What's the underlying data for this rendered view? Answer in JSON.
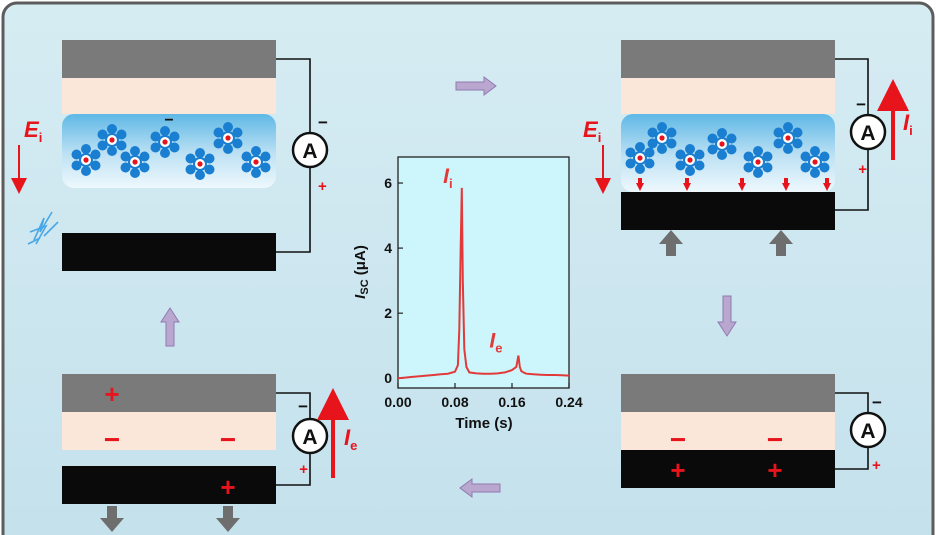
{
  "colors": {
    "background": "#cde6ef",
    "electrode_top": "#7a7a7a",
    "dielectric": "#fbe7da",
    "electrode_bottom": "#0a0a0a",
    "accent_red": "#e8141c",
    "flow_arrow": "#b9a7cf",
    "molecule_blue": "#1a7fd0",
    "plot_bg": "#ccf6fb",
    "curve": "#e23a3a"
  },
  "panels": {
    "top_left": {
      "field_label": "E",
      "field_sub": "i",
      "meter": "A",
      "minus": "−",
      "plus": "+",
      "charge_minus": "−"
    },
    "top_right": {
      "field_label": "E",
      "field_sub": "i",
      "meter": "A",
      "minus": "−",
      "plus": "+",
      "current_label": "I",
      "current_sub": "i"
    },
    "bottom_left": {
      "meter": "A",
      "minus": "−",
      "plus": "+",
      "current_label": "I",
      "current_sub": "e",
      "charge_plus": "+",
      "charge_minus": "−"
    },
    "bottom_right": {
      "meter": "A",
      "minus": "−",
      "plus": "+",
      "charge_plus": "+",
      "charge_minus": "−"
    }
  },
  "chart_data": {
    "type": "line",
    "ylabel_main": "I",
    "ylabel_sub": "SC",
    "ylabel_unit": "(μA)",
    "xlabel": "Time (s)",
    "x_ticks": [
      "0.00",
      "0.08",
      "0.16",
      "0.24"
    ],
    "y_ticks": [
      "0",
      "2",
      "4",
      "6"
    ],
    "xlim": [
      0,
      0.24
    ],
    "ylim": [
      -0.3,
      6.8
    ],
    "peak_labels": [
      {
        "main": "I",
        "sub": "i",
        "x": 0.085,
        "y": 6.0
      },
      {
        "main": "I",
        "sub": "e",
        "x": 0.155,
        "y": 0.95
      }
    ],
    "series": [
      {
        "x": [
          0.0,
          0.01,
          0.02,
          0.03,
          0.04,
          0.05,
          0.06,
          0.07,
          0.08,
          0.084,
          0.086,
          0.088,
          0.0895,
          0.091,
          0.093,
          0.096,
          0.1,
          0.11,
          0.12,
          0.13,
          0.14,
          0.15,
          0.16,
          0.166,
          0.169,
          0.171,
          0.173,
          0.176,
          0.18,
          0.19,
          0.2,
          0.21,
          0.22,
          0.23,
          0.24
        ],
        "y": [
          0.0,
          0.02,
          0.04,
          0.06,
          0.08,
          0.1,
          0.12,
          0.14,
          0.2,
          0.4,
          1.5,
          4.0,
          5.85,
          3.0,
          0.9,
          0.35,
          0.18,
          0.15,
          0.14,
          0.14,
          0.15,
          0.18,
          0.25,
          0.35,
          0.7,
          0.35,
          0.22,
          0.18,
          0.14,
          0.12,
          0.11,
          0.1,
          0.1,
          0.09,
          0.08
        ]
      }
    ]
  }
}
